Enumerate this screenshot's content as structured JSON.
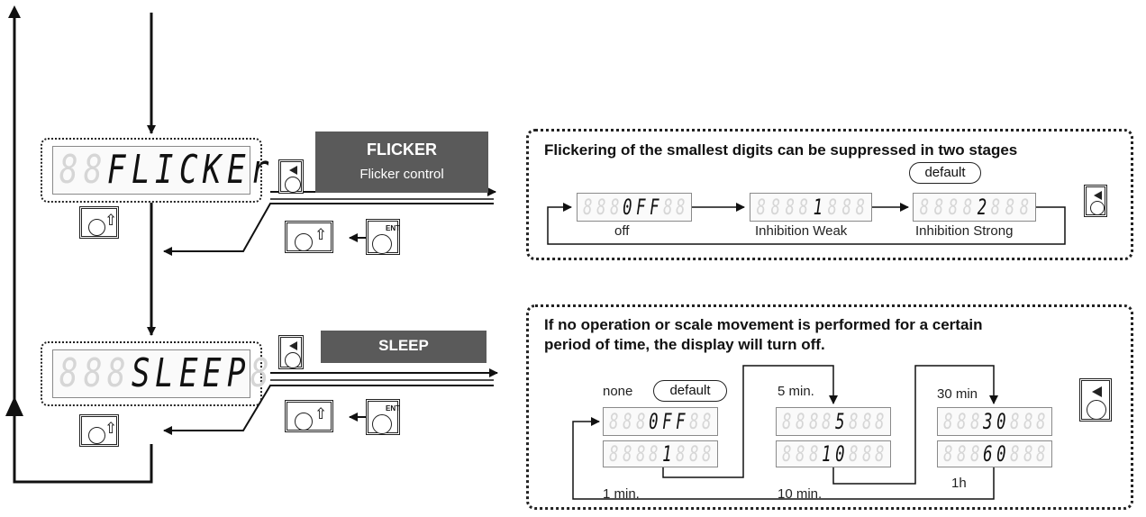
{
  "flicker": {
    "display": [
      "8",
      "8",
      "F",
      "L",
      "I",
      "C",
      "K",
      "E",
      "r"
    ],
    "title": "FLICKER",
    "subtitle": "Flicker control",
    "description": "Flickering of the smallest digits can be suppressed in two stages",
    "default_label": "default",
    "options": [
      {
        "display": [
          "8",
          "8",
          "8",
          "0",
          "F",
          "F",
          "8",
          "8"
        ],
        "label": "off"
      },
      {
        "display": [
          "8",
          "8",
          "8",
          "8",
          "1",
          "8",
          "8",
          "8"
        ],
        "label": "Inhibition Weak"
      },
      {
        "display": [
          "8",
          "8",
          "8",
          "8",
          "2",
          "8",
          "8",
          "8"
        ],
        "label": "Inhibition Strong"
      }
    ]
  },
  "sleep": {
    "display": [
      "8",
      "8",
      "8",
      "S",
      "L",
      "E",
      "E",
      "P",
      "8"
    ],
    "title": "SLEEP",
    "description_line1": "If no operation or scale movement is performed for a certain",
    "description_line2": "period of time, the display will turn off.",
    "default_label": "default",
    "options": [
      {
        "display": [
          "8",
          "8",
          "8",
          "0",
          "F",
          "F",
          "8",
          "8"
        ],
        "label": "none"
      },
      {
        "display": [
          "8",
          "8",
          "8",
          "8",
          "1",
          "8",
          "8",
          "8"
        ],
        "label": "1 min."
      },
      {
        "display": [
          "8",
          "8",
          "8",
          "8",
          "5",
          "8",
          "8",
          "8"
        ],
        "label": "5 min."
      },
      {
        "display": [
          "8",
          "8",
          "8",
          "1",
          "0",
          "8",
          "8",
          "8"
        ],
        "label": "10 min."
      },
      {
        "display": [
          "8",
          "8",
          "8",
          "3",
          "0",
          "8",
          "8",
          "8"
        ],
        "label": "30 min"
      },
      {
        "display": [
          "8",
          "8",
          "8",
          "6",
          "0",
          "8",
          "8",
          "8"
        ],
        "label": "1h"
      }
    ]
  },
  "keys": {
    "up_symbol": "⇧",
    "ent_text": "ENT"
  },
  "colors": {
    "banner_bg": "#5a5a5a",
    "banner_text": "#ffffff",
    "ghost_segment": "#d6d6d6",
    "line": "#111111"
  }
}
